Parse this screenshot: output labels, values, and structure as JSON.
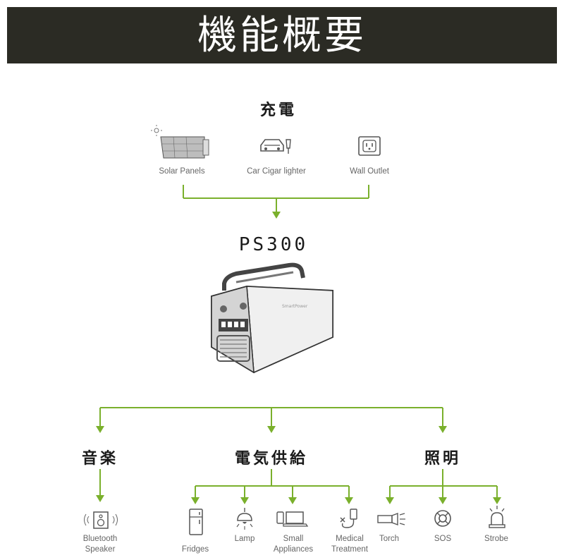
{
  "banner": {
    "title": "機能概要"
  },
  "charging": {
    "heading": "充電",
    "sources": [
      {
        "label": "Solar Panels",
        "icon": "solar-panel-icon"
      },
      {
        "label": "Car Cigar lighter",
        "icon": "car-charger-icon"
      },
      {
        "label": "Wall Outlet",
        "icon": "wall-outlet-icon"
      }
    ]
  },
  "product": {
    "model": "PS300",
    "brand": "SmartPower",
    "image": "power-station-image"
  },
  "outputs": {
    "music": {
      "heading": "音楽",
      "items": [
        {
          "label": "Bluetooth\nSpeaker",
          "icon": "bluetooth-speaker-icon"
        }
      ]
    },
    "power": {
      "heading": "電気供給",
      "items": [
        {
          "label": "Fridges",
          "icon": "fridge-icon"
        },
        {
          "label": "Lamp",
          "icon": "lamp-icon"
        },
        {
          "label": "Small\nAppliances",
          "icon": "small-appliances-icon"
        },
        {
          "label": "Medical\nTreatment",
          "icon": "medical-treatment-icon"
        }
      ]
    },
    "lighting": {
      "heading": "照明",
      "items": [
        {
          "label": "Torch",
          "icon": "torch-icon"
        },
        {
          "label": "SOS",
          "icon": "sos-icon"
        },
        {
          "label": "Strobe",
          "icon": "strobe-icon"
        }
      ]
    }
  },
  "colors": {
    "banner": "#2b2b24",
    "connector": "#7ab02c",
    "icon": "#555555"
  }
}
